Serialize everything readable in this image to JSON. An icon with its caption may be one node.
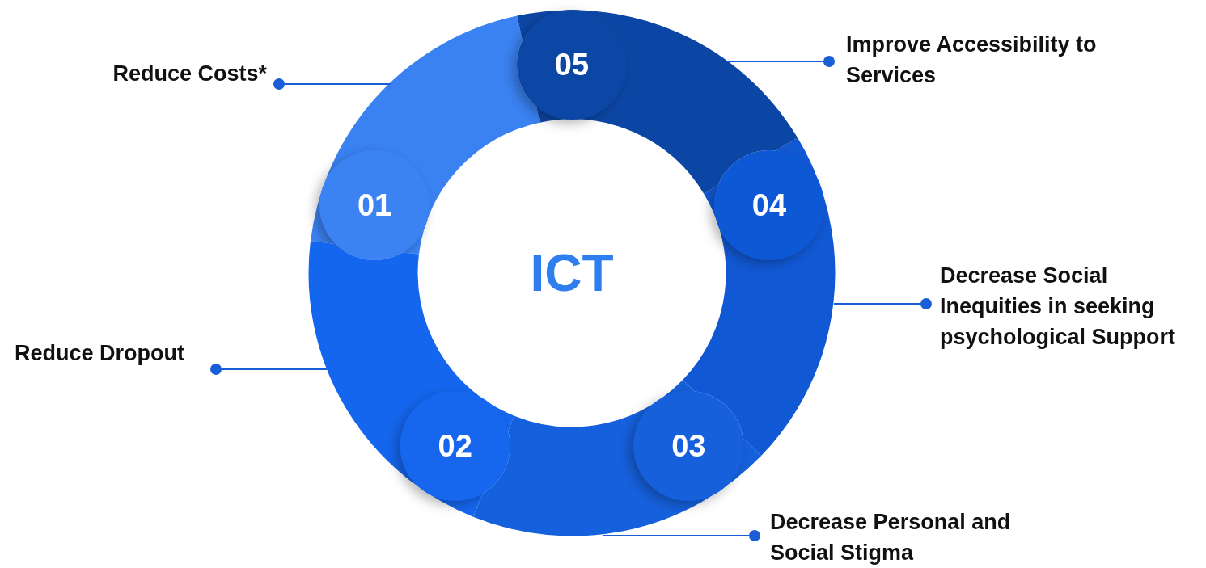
{
  "diagram": {
    "nodes": [
      {
        "text": [
          "ICT"
        ]
      },
      {
        "text": [
          "01"
        ]
      },
      {
        "text": [
          "02"
        ]
      },
      {
        "text": [
          "03"
        ]
      },
      {
        "text": [
          "04"
        ]
      },
      {
        "text": [
          "05"
        ]
      },
      {
        "text": [
          "Reduce Costs*"
        ]
      },
      {
        "text": [
          "Improve Accessibility to Services"
        ]
      },
      {
        "text": [
          "Decrease Social Inequities in seeking psychological Support"
        ]
      },
      {
        "text": [
          "Reduce Dropout"
        ]
      },
      {
        "text": [
          "Decrease Personal and Social Stigma"
        ]
      }
    ],
    "edges": [
      {
        "from": 6,
        "to": 1,
        "arrow": "other"
      },
      {
        "from": 7,
        "to": 5,
        "arrow": "other"
      },
      {
        "from": 8,
        "to": 4,
        "arrow": "other"
      },
      {
        "from": 9,
        "to": 2,
        "arrow": "other"
      },
      {
        "from": 10,
        "to": 3,
        "arrow": "other"
      }
    ]
  }
}
